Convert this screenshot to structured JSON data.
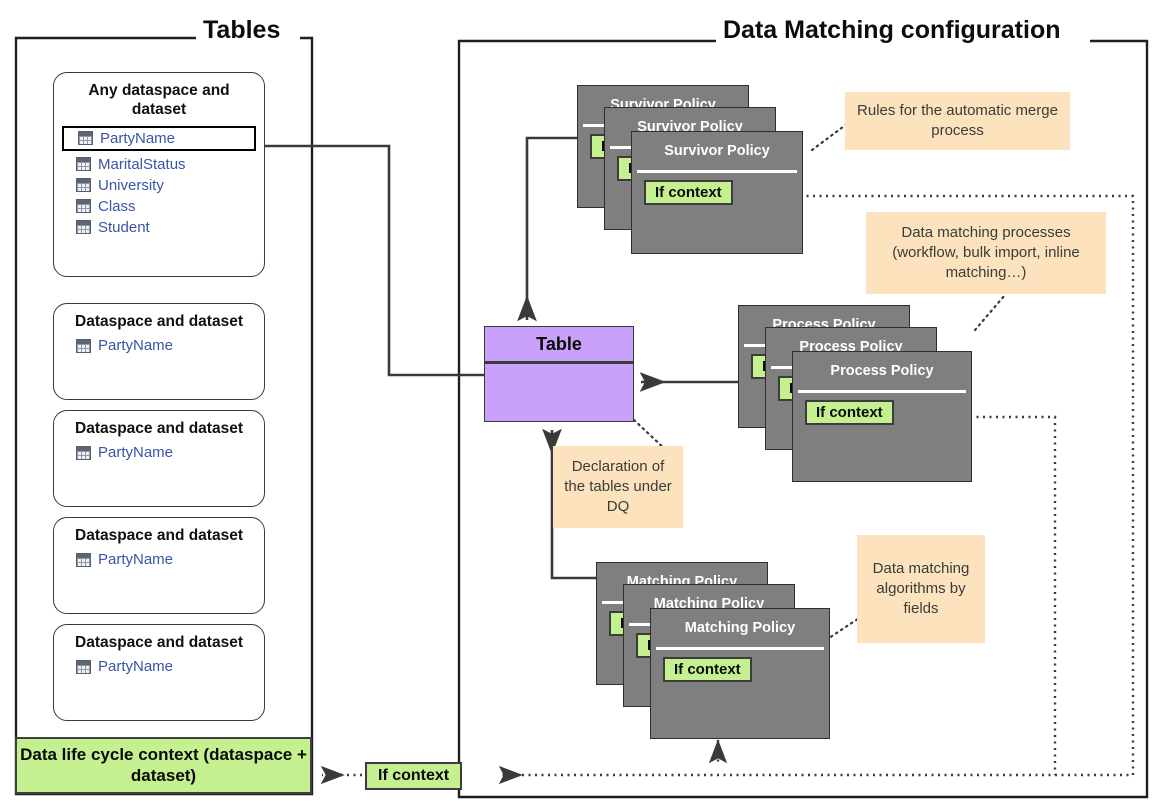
{
  "panels": {
    "left_title": "Tables",
    "right_title": "Data Matching configuration"
  },
  "left_panel": {
    "datasets": [
      {
        "title": "Any dataspace and dataset",
        "tables": [
          "PartyName",
          "MaritalStatus",
          "University",
          "Class",
          "Student"
        ],
        "highlighted": "PartyName"
      },
      {
        "title": "Dataspace and dataset",
        "tables": [
          "PartyName"
        ]
      },
      {
        "title": "Dataspace and dataset",
        "tables": [
          "PartyName"
        ]
      },
      {
        "title": "Dataspace and dataset",
        "tables": [
          "PartyName"
        ]
      },
      {
        "title": "Dataspace and dataset",
        "tables": [
          "PartyName"
        ]
      }
    ],
    "lifecycle_box": "Data life cycle context (dataspace + dataset)"
  },
  "right_panel": {
    "table_node": {
      "label": "Table"
    },
    "bottom_chip": "If context",
    "stacks": [
      {
        "id": "survivor",
        "title": "Survivor Policy",
        "chip": "If context",
        "count": 3
      },
      {
        "id": "process",
        "title": "Process Policy",
        "chip": "If context",
        "count": 3
      },
      {
        "id": "matching",
        "title": "Matching Policy",
        "chip": "If context",
        "count": 3
      }
    ],
    "notes": [
      {
        "id": "merge",
        "text": "Rules for the automatic merge process"
      },
      {
        "id": "processes",
        "text": "Data matching processes (workflow, bulk import, inline matching…)"
      },
      {
        "id": "declaration",
        "text": "Declaration of the tables under DQ"
      },
      {
        "id": "algorithms",
        "text": "Data matching algorithms by fields"
      }
    ]
  },
  "colors": {
    "purple": "#c9a0fa",
    "green": "#c4f08f",
    "grey_card": "#7f7f7f",
    "note_tan": "#fce3bd",
    "link_blue": "#3a54a8",
    "stroke": "#3a3a3a"
  },
  "icons": {
    "table": "table-grid-icon"
  }
}
